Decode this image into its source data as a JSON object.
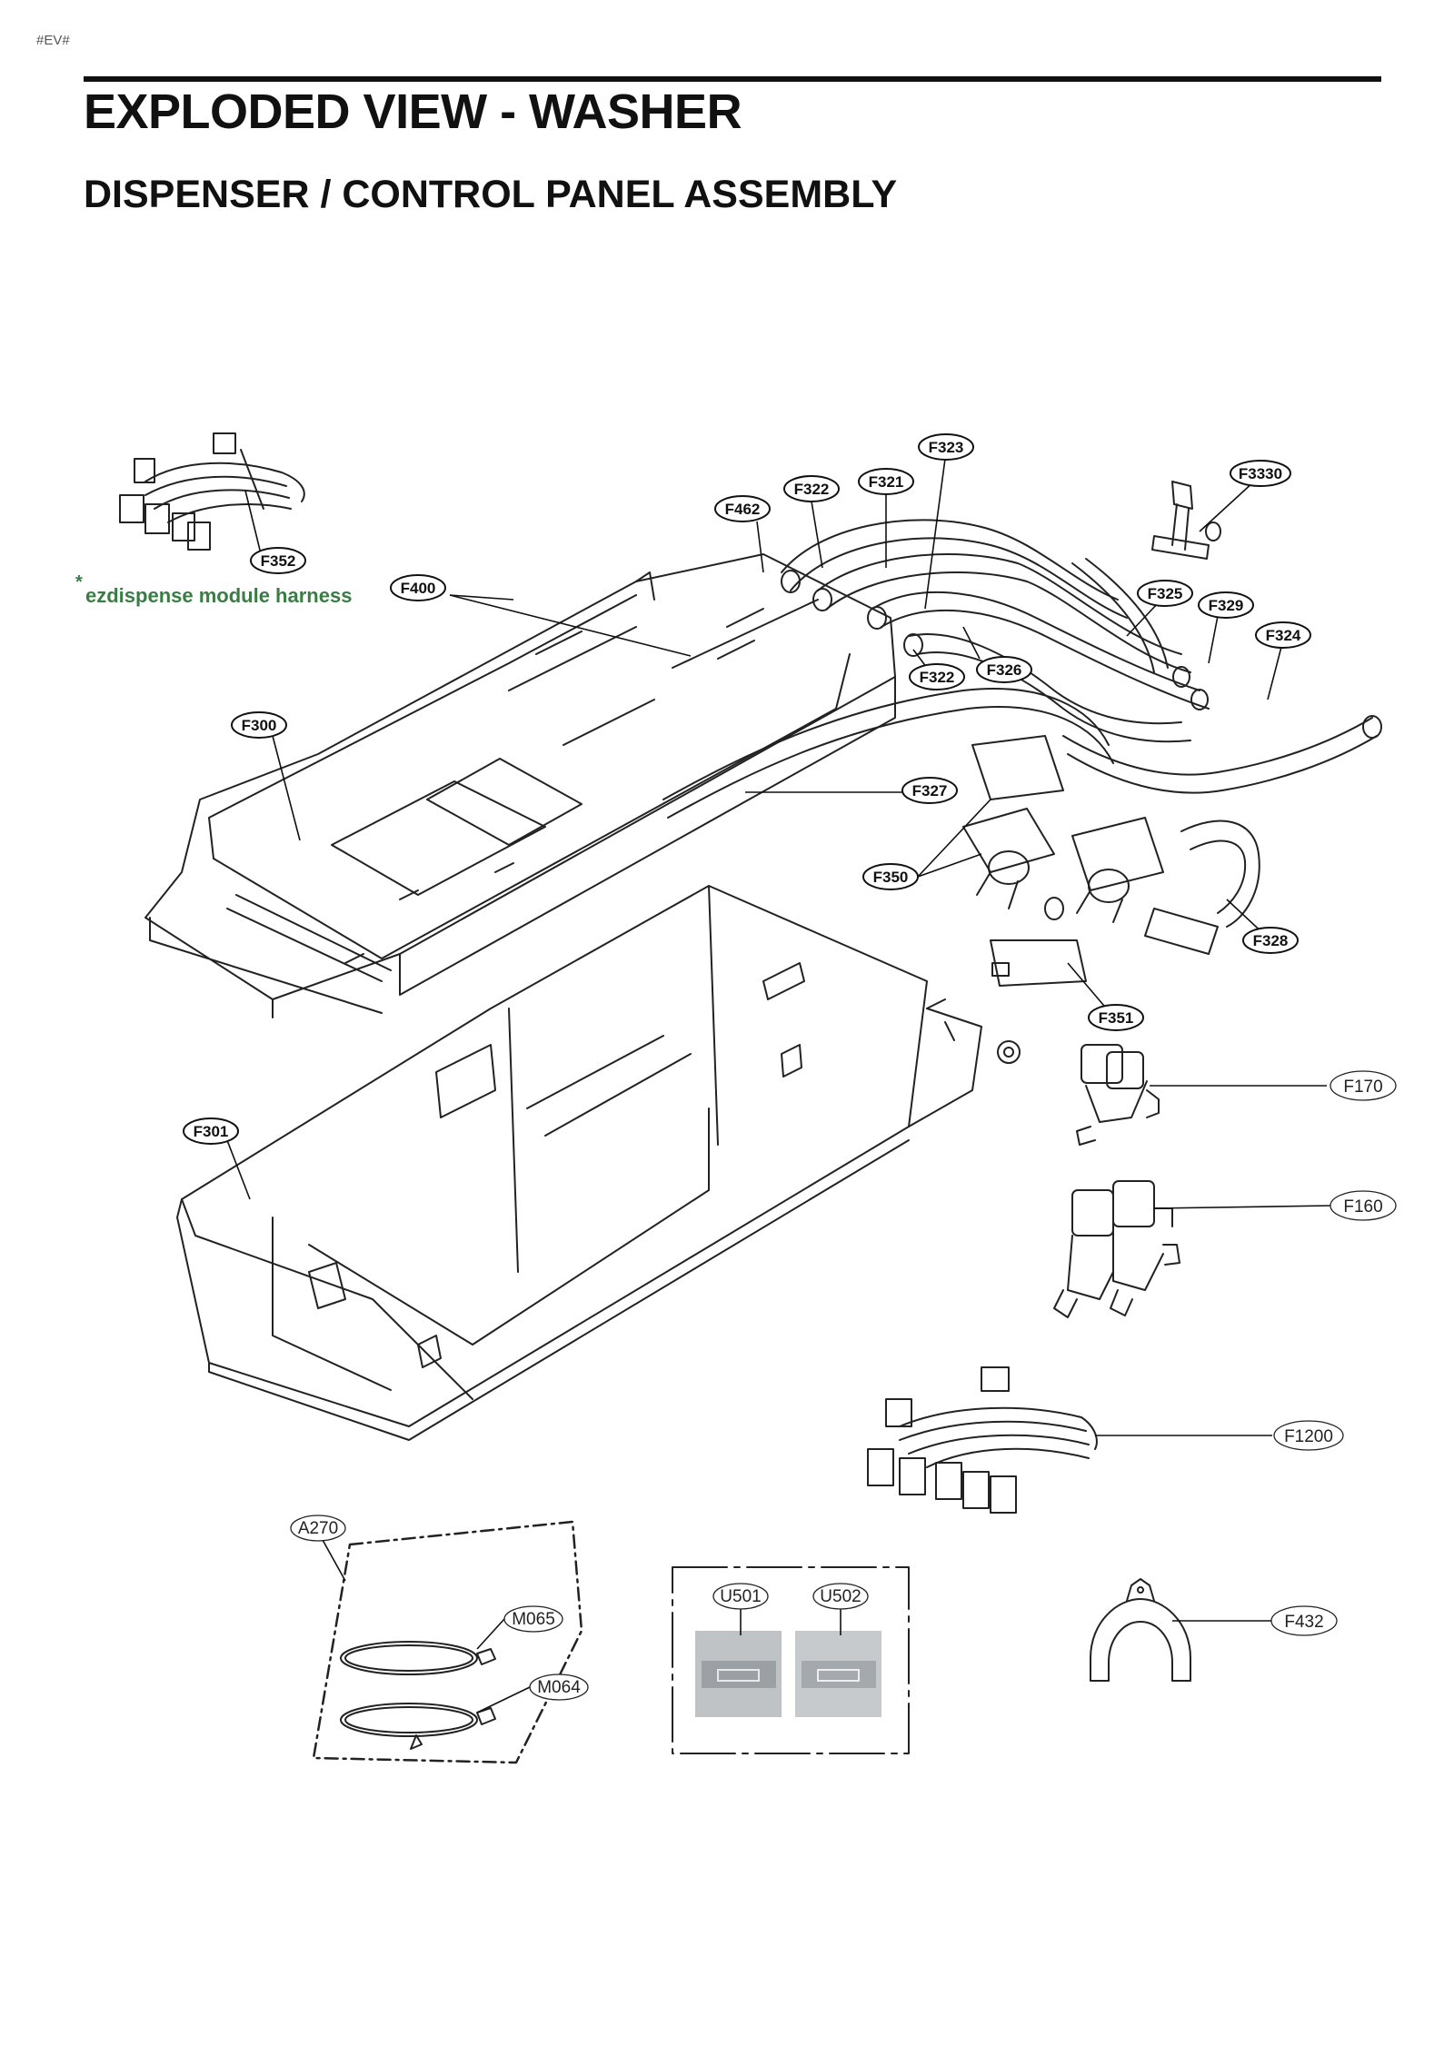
{
  "page_code": "#EV#",
  "title": "EXPLODED VIEW - WASHER",
  "subtitle": "DISPENSER / CONTROL PANEL ASSEMBLY",
  "note": {
    "star": "*",
    "text": "ezdispense module harness"
  },
  "callouts": {
    "F323": "F323",
    "F3330": "F3330",
    "F322a": "F322",
    "F321": "F321",
    "F462": "F462",
    "F352": "F352",
    "F400": "F400",
    "F325": "F325",
    "F329": "F329",
    "F324": "F324",
    "F322b": "F322",
    "F326": "F326",
    "F300": "F300",
    "F327": "F327",
    "F350": "F350",
    "F328": "F328",
    "F351": "F351",
    "F170": "F170",
    "F301": "F301",
    "F160": "F160",
    "F1200": "F1200",
    "A270": "A270",
    "U501": "U501",
    "U502": "U502",
    "M065": "M065",
    "M064": "M064",
    "F432": "F432"
  }
}
